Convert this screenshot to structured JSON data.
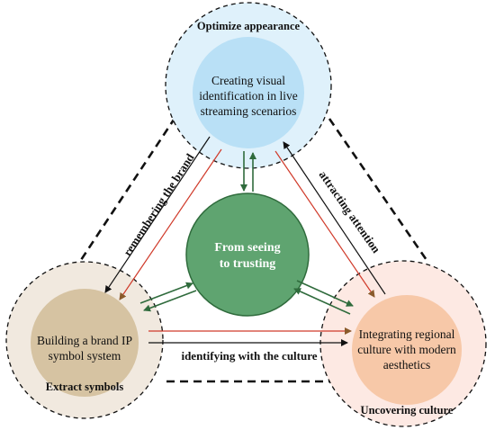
{
  "nodes": {
    "top": {
      "outer_label": "Optimize appearance",
      "inner_lines": [
        "Creating visual",
        "identification in live",
        "streaming scenarios"
      ],
      "fill_outer": "#dff1fb",
      "fill_inner": "#b9e0f6"
    },
    "left": {
      "outer_label": "Extract symbols",
      "inner_lines": [
        "Building a brand IP",
        "symbol system"
      ],
      "fill_outer": "#f1e9df",
      "fill_inner": "#d6c3a2"
    },
    "right": {
      "outer_label": "Uncovering culture",
      "inner_lines": [
        "Integrating regional",
        "culture with modern",
        "aesthetics"
      ],
      "fill_outer": "#fde9e3",
      "fill_inner": "#f7c8a8"
    },
    "center": {
      "lines": [
        "From seeing",
        "to trusting"
      ],
      "fill": "#5fa470",
      "stroke": "#2f6b3c"
    }
  },
  "edge_labels": {
    "left": "remembering the brand",
    "right": "attracting attention",
    "bottom": "identifying with the culture"
  },
  "colors": {
    "arrow_black": "#111111",
    "arrow_red": "#d03a2a",
    "arrow_brown": "#8a5a2b",
    "arrow_green": "#2f6b3c"
  }
}
